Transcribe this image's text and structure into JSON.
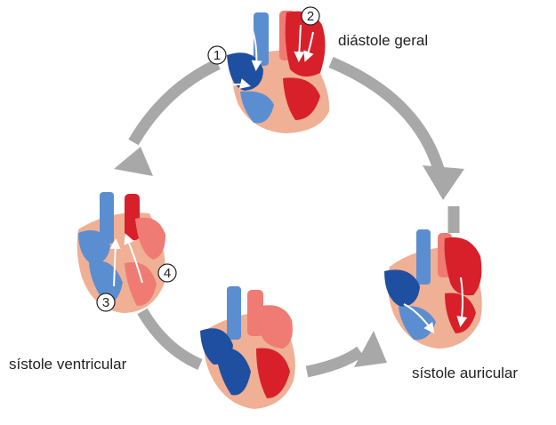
{
  "labels": {
    "diastole": "diástole geral",
    "atrial_systole": "sístole auricular",
    "ventricular_systole": "sístole ventricular"
  },
  "markers": [
    "1",
    "2",
    "3",
    "4"
  ],
  "colors": {
    "cycle_arrow": "#a8a8a8",
    "deoxygenated_dark": "#1f4fa0",
    "deoxygenated_light": "#5b8ed0",
    "oxygenated_dark": "#d8202a",
    "oxygenated_light": "#f07a74",
    "tissue": "#efb095",
    "flow_arrow": "#ffffff"
  },
  "icons": [
    "heart-diastole",
    "heart-atrial-systole",
    "heart-ventricular-systole-bottom",
    "heart-ventricular-systole-left"
  ]
}
